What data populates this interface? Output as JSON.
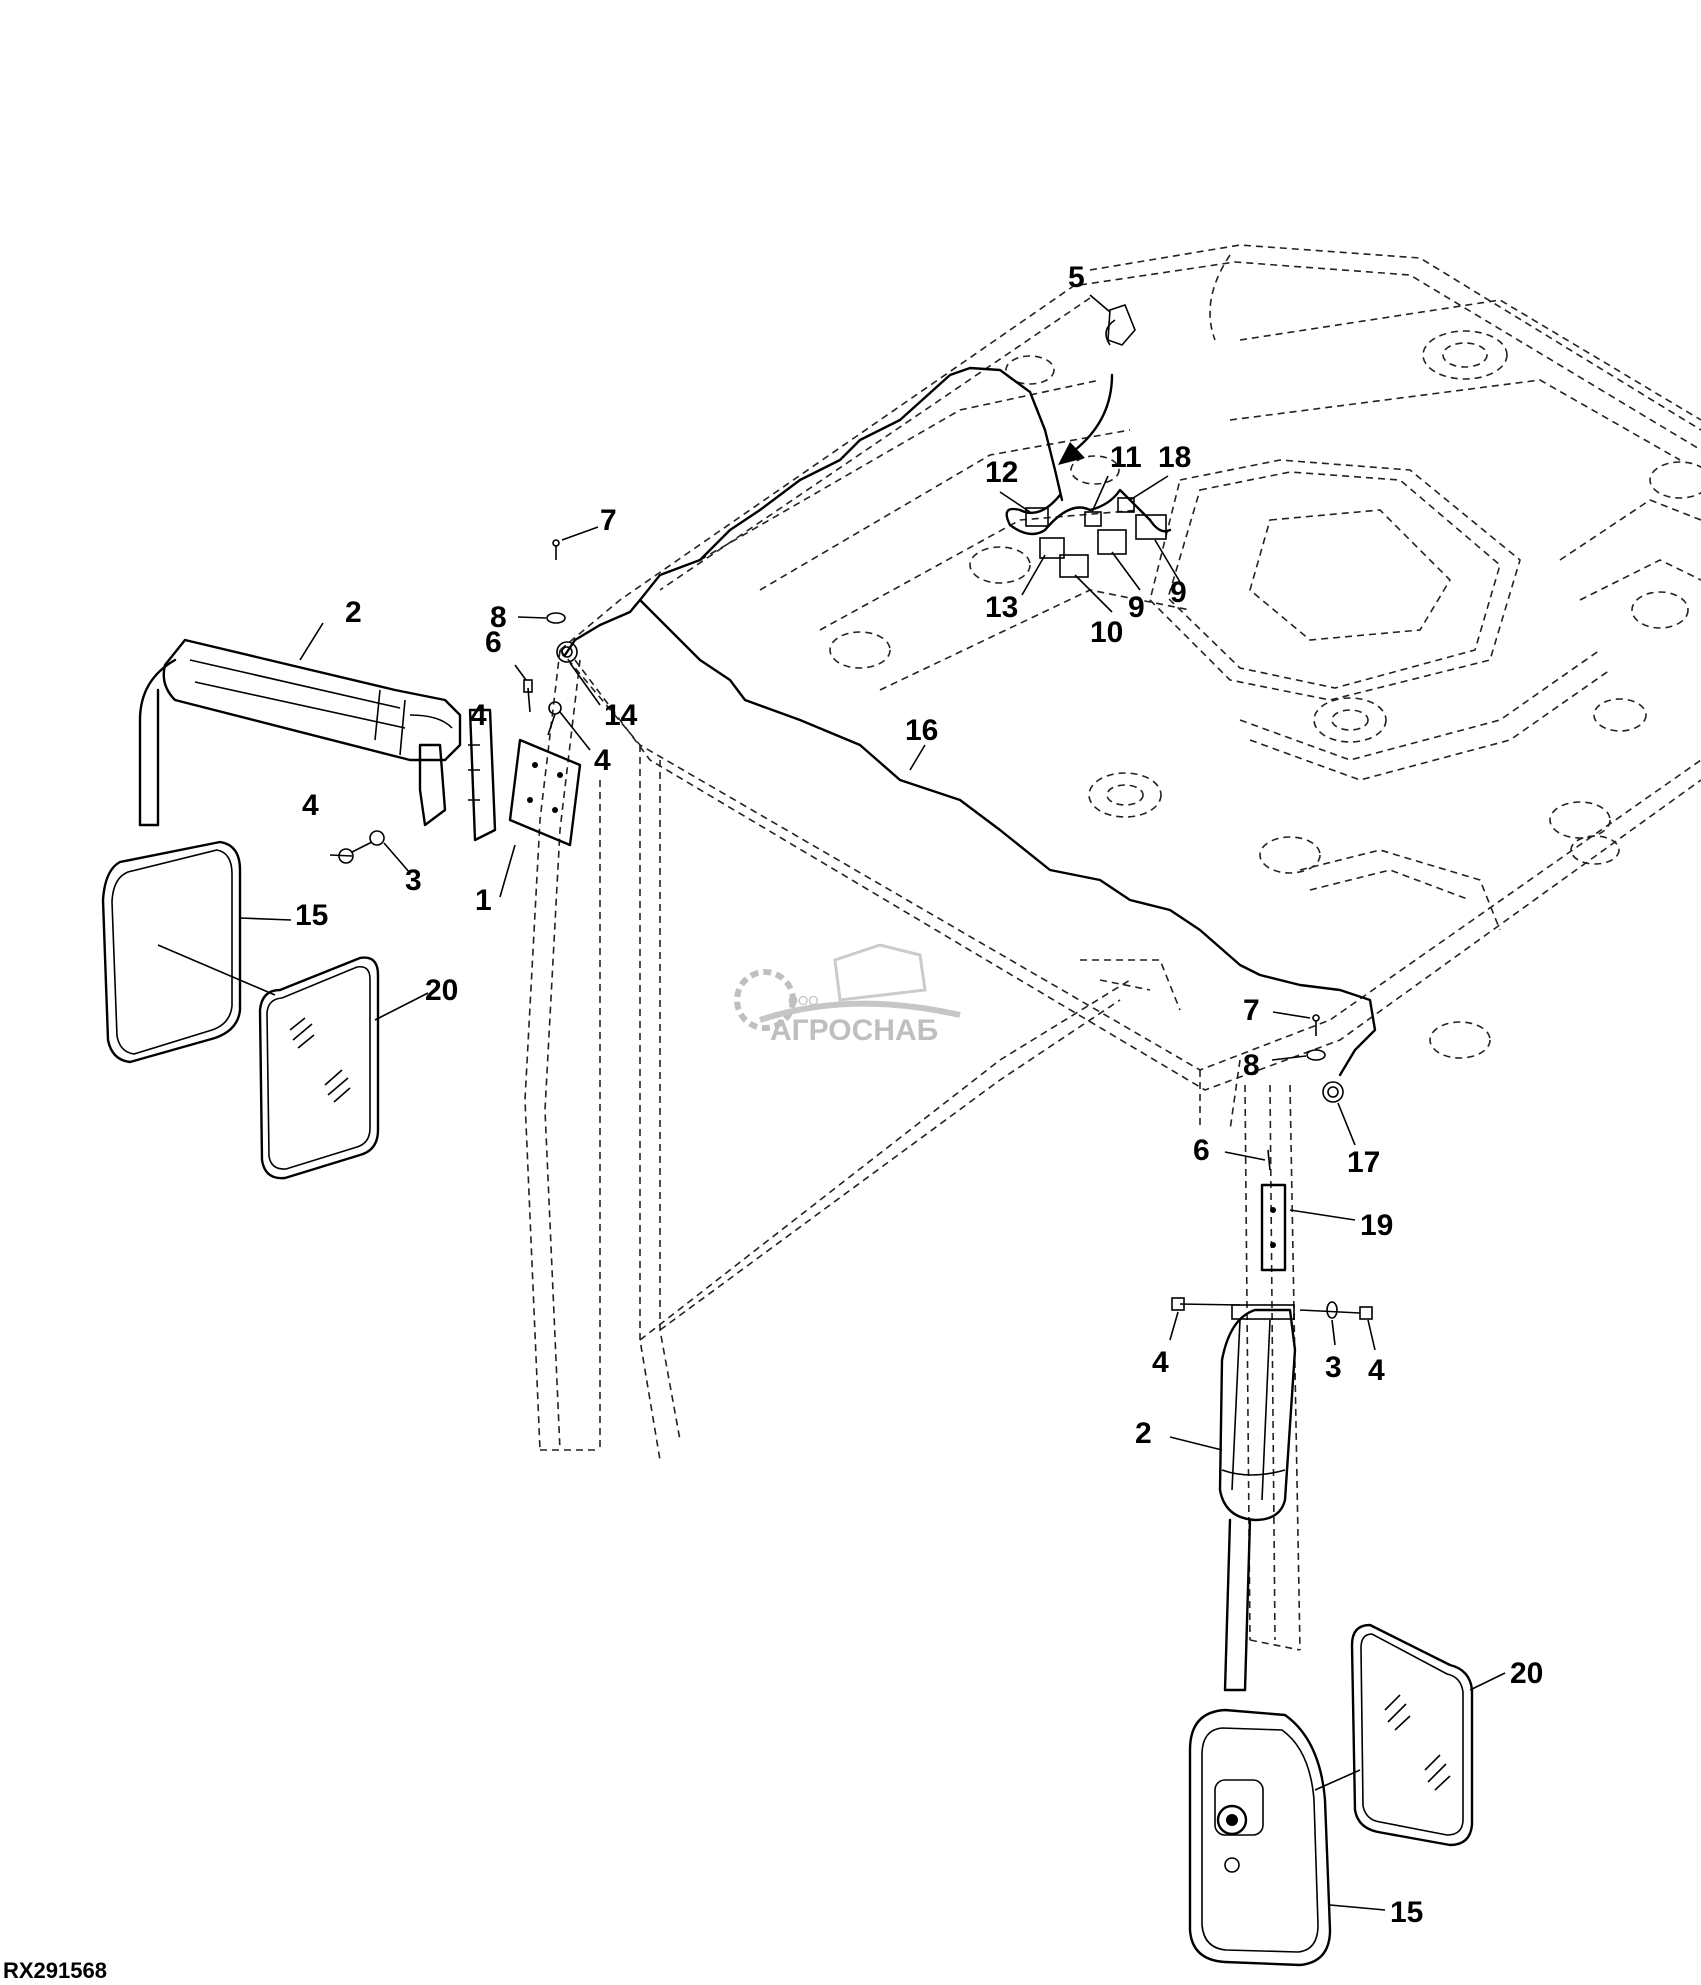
{
  "figure_id": "RX291568",
  "watermark": {
    "brand": "АГРОСНАБ",
    "prefix": "ООО"
  },
  "callouts": [
    {
      "id": "1",
      "text": "1"
    },
    {
      "id": "2a",
      "text": "2"
    },
    {
      "id": "2b",
      "text": "2"
    },
    {
      "id": "3a",
      "text": "3"
    },
    {
      "id": "3b",
      "text": "3"
    },
    {
      "id": "4a",
      "text": "4"
    },
    {
      "id": "4b",
      "text": "4"
    },
    {
      "id": "4c",
      "text": "4"
    },
    {
      "id": "4d",
      "text": "4"
    },
    {
      "id": "4e",
      "text": "4"
    },
    {
      "id": "5",
      "text": "5"
    },
    {
      "id": "6a",
      "text": "6"
    },
    {
      "id": "6b",
      "text": "6"
    },
    {
      "id": "7a",
      "text": "7"
    },
    {
      "id": "7b",
      "text": "7"
    },
    {
      "id": "8a",
      "text": "8"
    },
    {
      "id": "8b",
      "text": "8"
    },
    {
      "id": "9a",
      "text": "9"
    },
    {
      "id": "9b",
      "text": "9"
    },
    {
      "id": "10",
      "text": "10"
    },
    {
      "id": "11",
      "text": "11"
    },
    {
      "id": "12",
      "text": "12"
    },
    {
      "id": "13",
      "text": "13"
    },
    {
      "id": "14",
      "text": "14"
    },
    {
      "id": "15a",
      "text": "15"
    },
    {
      "id": "15b",
      "text": "15"
    },
    {
      "id": "16",
      "text": "16"
    },
    {
      "id": "17",
      "text": "17"
    },
    {
      "id": "18",
      "text": "18"
    },
    {
      "id": "19",
      "text": "19"
    },
    {
      "id": "20a",
      "text": "20"
    },
    {
      "id": "20b",
      "text": "20"
    }
  ]
}
